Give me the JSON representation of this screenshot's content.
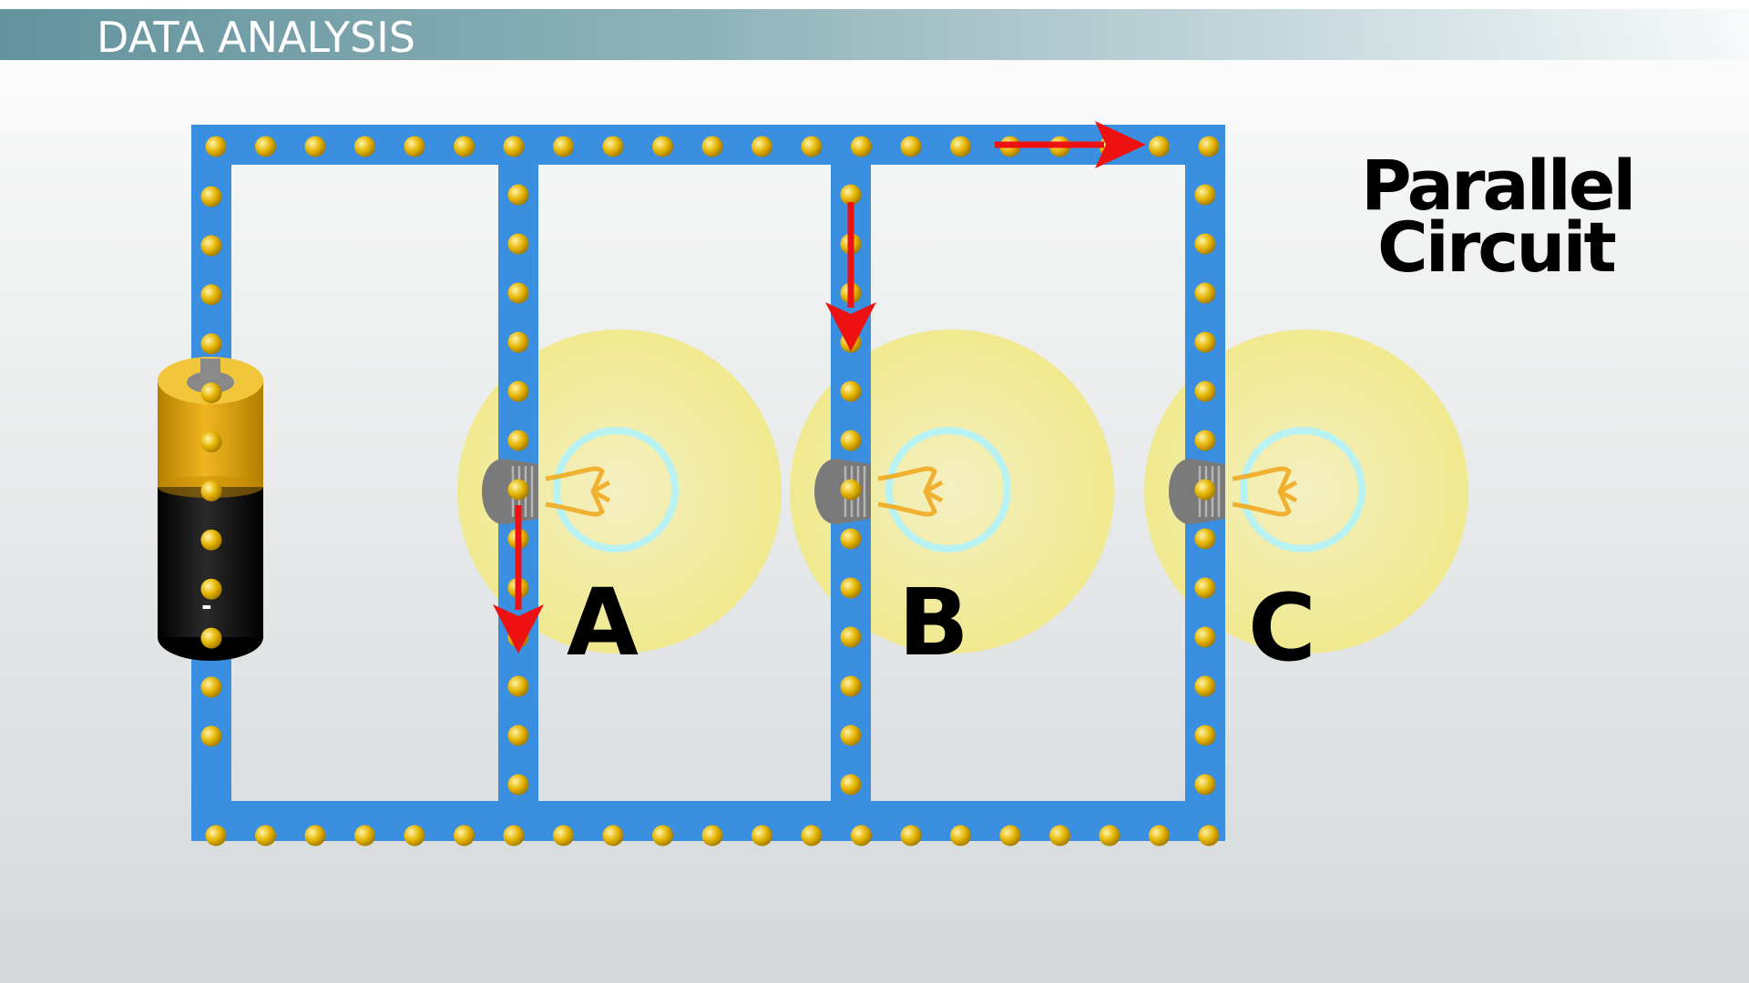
{
  "header": {
    "title": "DATA ANALYSIS"
  },
  "diagram": {
    "title_line1": "Parallel",
    "title_line2": "Circuit",
    "bulbs": [
      {
        "label": "A"
      },
      {
        "label": "B"
      },
      {
        "label": "C"
      }
    ],
    "battery": {
      "negative_mark": "-"
    },
    "colors": {
      "wire": "#3a8fe0",
      "electron": "#e8b800",
      "current_arrow": "#ee1111",
      "battery_top": "#e0a000",
      "battery_body": "#111111",
      "bulb_glow": "#f1ea90",
      "bulb_glass": "#b8f2f2",
      "filament": "#f0b030",
      "bulb_base": "#777777"
    }
  }
}
